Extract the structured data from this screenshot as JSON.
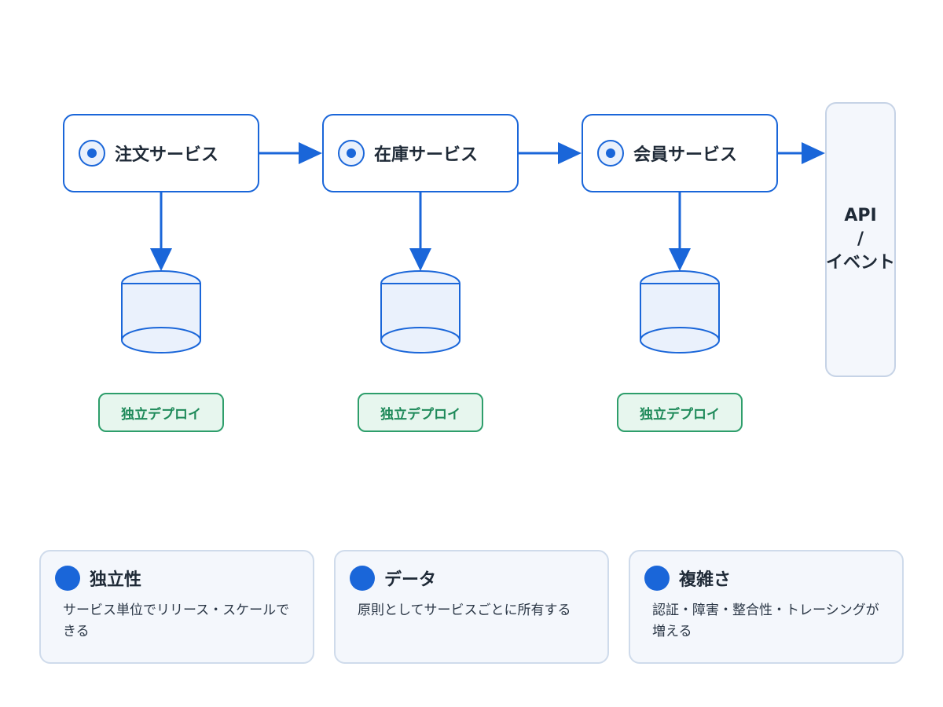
{
  "services": [
    {
      "label": "注文サービス"
    },
    {
      "label": "在庫サービス"
    },
    {
      "label": "会員サービス"
    }
  ],
  "api_box": {
    "line1": "API",
    "line2": "/",
    "line3": "イベント"
  },
  "deploy_label": "独立デプロイ",
  "cards": [
    {
      "title": "独立性",
      "desc": "サービス単位でリリース・スケールできる"
    },
    {
      "title": "データ",
      "desc": "原則としてサービスごとに所有する"
    },
    {
      "title": "複雑さ",
      "desc": "認証・障害・整合性・トレーシングが増える"
    }
  ],
  "colors": {
    "accent": "#1a66d9",
    "deploy": "#2e9e6b",
    "db_fill": "#eaf1fc",
    "card_bg": "#f4f7fc"
  }
}
